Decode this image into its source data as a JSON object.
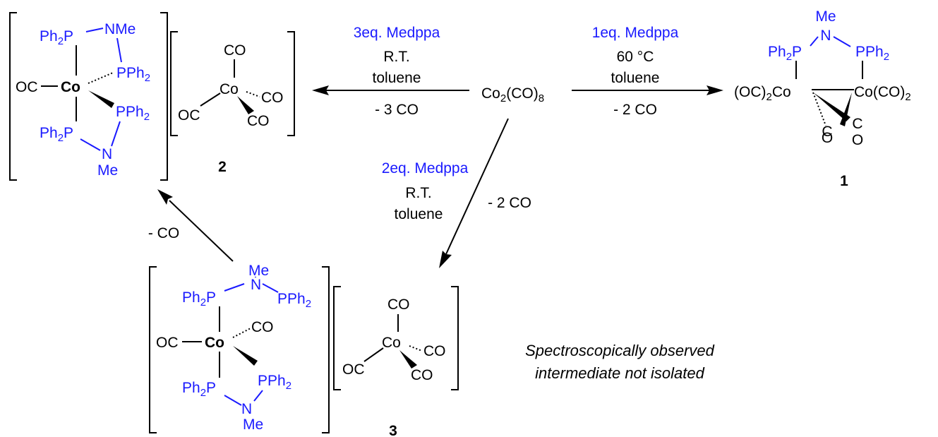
{
  "arrows": {
    "right": {
      "reagent": "1eq. Medppa",
      "cond1": "60 °C",
      "cond2": "toluene",
      "loss": "- 2 CO"
    },
    "left": {
      "reagent": "3eq. Medppa",
      "cond1": "R.T.",
      "cond2": "toluene",
      "loss": "- 3 CO"
    },
    "down": {
      "reagent": "2eq. Medppa",
      "cond1": "R.T.",
      "cond2": "toluene",
      "loss": "- 2 CO"
    },
    "up": {
      "loss": "- CO"
    }
  },
  "start": {
    "co": "Co",
    "sub2": "2",
    "co_par": "(CO)",
    "sub8": "8"
  },
  "compound1": {
    "number": "1",
    "me": "Me",
    "n": "N",
    "ph2p": "Ph",
    "ph2p_sub": "2",
    "ph2p_p": "P",
    "pph2": "PPh",
    "pph2_sub": "2",
    "left_co": "(OC)",
    "left_sub": "2",
    "left_co2": "Co",
    "right_co": "Co(CO)",
    "right_sub": "2",
    "c1": "C",
    "o1": "O",
    "c2": "C",
    "o2": "O"
  },
  "compound2": {
    "number": "2",
    "ph2p_top": "Ph",
    "ph2p_top_sub": "2",
    "ph2p_top_p": "P",
    "nme_top": "NMe",
    "pph2_top": "PPh",
    "pph2_top_sub": "2",
    "oc": "OC",
    "co": "Co",
    "pph2_bot": "PPh",
    "pph2_bot_sub": "2",
    "ph2p_bot": "Ph",
    "ph2p_bot_sub": "2",
    "ph2p_bot_p": "P",
    "n_bot": "N",
    "me_bot": "Me",
    "anion": {
      "co_top": "CO",
      "co": "Co",
      "co_right": "CO",
      "oc": "OC",
      "co_bot": "CO"
    }
  },
  "compound3": {
    "number": "3",
    "me": "Me",
    "n": "N",
    "ph2p_top": "Ph",
    "ph2p_top_sub": "2",
    "ph2p_top_p": "P",
    "pph2_top": "PPh",
    "pph2_top_sub": "2",
    "oc": "OC",
    "co": "Co",
    "co_right": "CO",
    "pph2_bot": "PPh",
    "pph2_bot_sub": "2",
    "ph2p_bot": "Ph",
    "ph2p_bot_sub": "2",
    "ph2p_bot_p": "P",
    "n_bot": "N",
    "me_bot": "Me",
    "anion": {
      "co_top": "CO",
      "co": "Co",
      "co_right": "CO",
      "oc": "OC",
      "co_bot": "CO"
    }
  },
  "note": {
    "line1": "Spectroscopically observed",
    "line2": "intermediate not isolated"
  }
}
